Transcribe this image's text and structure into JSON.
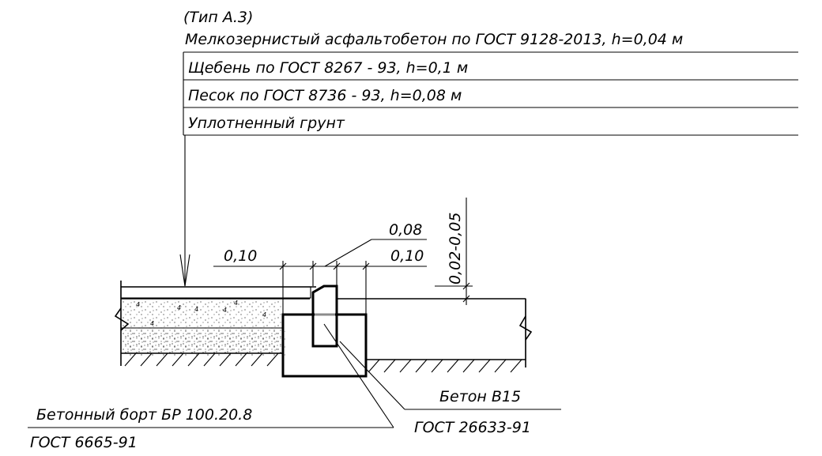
{
  "header": {
    "type_label": "(Тип А.3)"
  },
  "layers": [
    "Мелкозернистый асфальтобетон по ГОСТ 9128-2013, h=0,04 м",
    "Щебень по ГОСТ 8267 - 93, h=0,1 м",
    "Песок по ГОСТ 8736 - 93, h=0,08 м",
    "Уплотненный грунт"
  ],
  "dimensions": {
    "left_offset": "0,10",
    "curb_top": "0,08",
    "right_offset": "0,10",
    "curb_height": "0,02-0,05"
  },
  "callouts": {
    "curb_name": "Бетонный борт БР 100.20.8",
    "curb_standard": "ГОСТ 6665-91",
    "concrete_name": "Бетон В15",
    "concrete_standard": "ГОСТ 26633-91"
  }
}
